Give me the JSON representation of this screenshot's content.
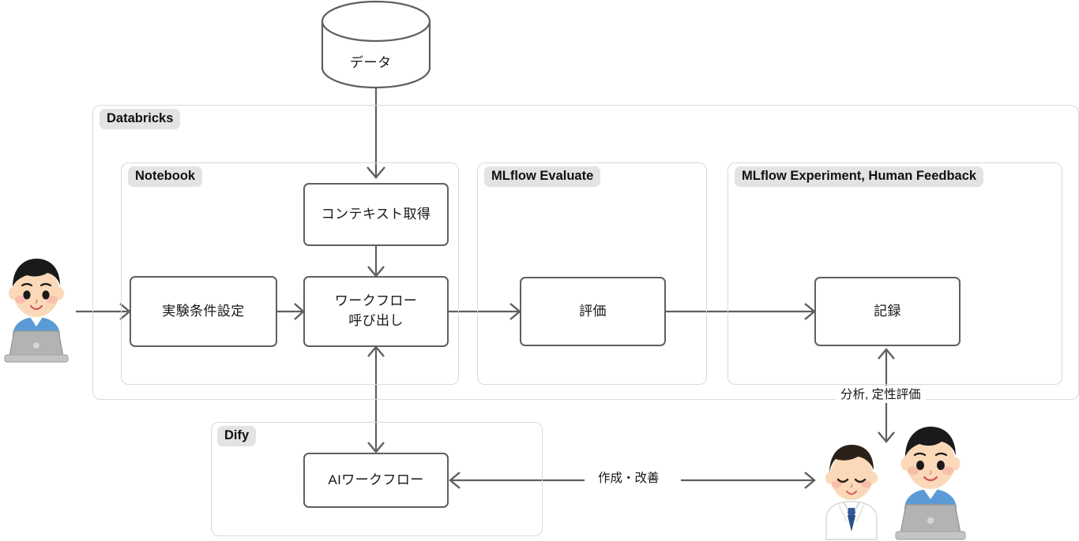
{
  "diagram": {
    "title_visible": false,
    "colors": {
      "node_border": "#5f5f5f",
      "group_border": "#dadada",
      "badge_bg": "#e3e3e3",
      "arrow": "#5f5f5f",
      "text": "#161616",
      "canvas_bg": "#ffffff"
    },
    "datastore": {
      "label": "データ",
      "shape": "cylinder"
    },
    "groups": [
      {
        "id": "databricks",
        "label": "Databricks"
      },
      {
        "id": "notebook",
        "label": "Notebook"
      },
      {
        "id": "mlflow-evaluate",
        "label": "MLflow Evaluate"
      },
      {
        "id": "mlflow-experiment",
        "label": "MLflow Experiment, Human Feedback"
      },
      {
        "id": "dify",
        "label": "Dify"
      }
    ],
    "nodes": [
      {
        "id": "context",
        "label": "コンテキスト取得",
        "group": "notebook"
      },
      {
        "id": "experiment-config",
        "label": "実験条件設定",
        "group": "notebook"
      },
      {
        "id": "workflow-call",
        "label_line1": "ワークフロー",
        "label_line2": "呼び出し",
        "group": "notebook"
      },
      {
        "id": "evaluate",
        "label": "評価",
        "group": "mlflow-evaluate"
      },
      {
        "id": "record",
        "label": "記録",
        "group": "mlflow-experiment"
      },
      {
        "id": "ai-workflow",
        "label": "AIワークフロー",
        "group": "dify"
      }
    ],
    "edges": [
      {
        "from": "データ",
        "to": "コンテキスト取得",
        "label": "",
        "direction": "down"
      },
      {
        "from": "コンテキスト取得",
        "to": "ワークフロー呼び出し",
        "label": "",
        "direction": "down"
      },
      {
        "from": "ユーザー",
        "to": "実験条件設定",
        "label": "",
        "direction": "right"
      },
      {
        "from": "実験条件設定",
        "to": "ワークフロー呼び出し",
        "label": "",
        "direction": "right"
      },
      {
        "from": "ワークフロー呼び出し",
        "to": "評価",
        "label": "",
        "direction": "right"
      },
      {
        "from": "評価",
        "to": "記録",
        "label": "",
        "direction": "right"
      },
      {
        "from": "ワークフロー呼び出し",
        "to": "AIワークフロー",
        "label": "",
        "direction": "both-vertical"
      },
      {
        "from": "AIワークフロー",
        "to": "担当者",
        "label": "作成・改善",
        "direction": "both-horizontal"
      },
      {
        "from": "担当者",
        "to": "記録",
        "label": "分析, 定性評価",
        "direction": "both-vertical"
      }
    ],
    "edge_labels": [
      {
        "id": "analysis",
        "text": "分析, 定性評価"
      },
      {
        "id": "create-improve",
        "text": "作成・改善"
      }
    ],
    "people": [
      {
        "id": "user-left",
        "role": "laptop-user",
        "description": "ノートパソコンを使う人"
      },
      {
        "id": "expert-doctor",
        "role": "expert",
        "description": "白衣の専門家"
      },
      {
        "id": "user-right",
        "role": "laptop-user",
        "description": "ノートパソコンを使う人"
      }
    ]
  }
}
